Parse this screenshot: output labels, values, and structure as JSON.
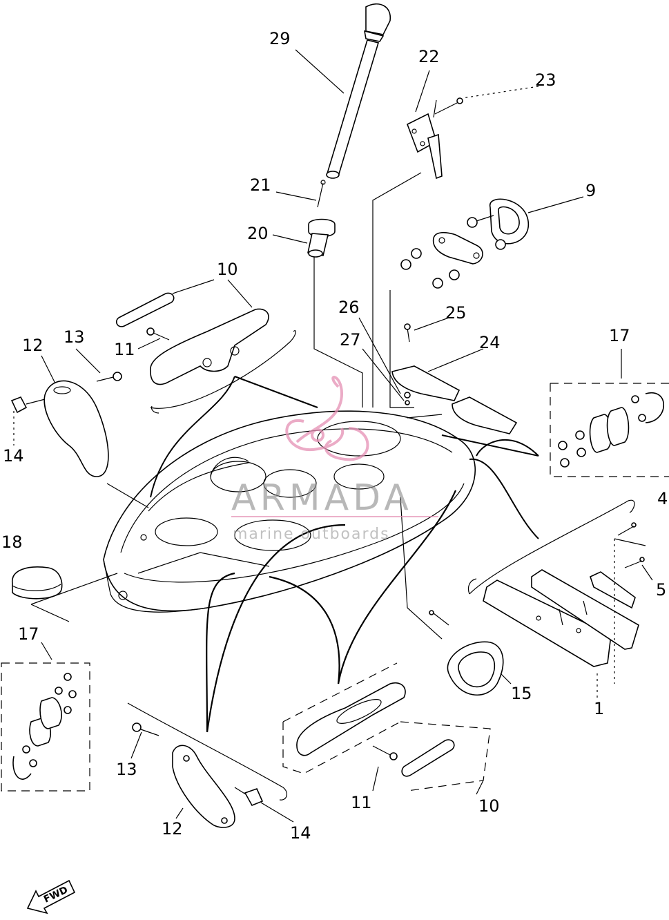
{
  "callouts": [
    {
      "id": "29",
      "text": "29"
    },
    {
      "id": "22",
      "text": "22"
    },
    {
      "id": "23",
      "text": "23"
    },
    {
      "id": "21",
      "text": "21"
    },
    {
      "id": "9",
      "text": "9"
    },
    {
      "id": "20",
      "text": "20"
    },
    {
      "id": "10a",
      "text": "10"
    },
    {
      "id": "26",
      "text": "26"
    },
    {
      "id": "25",
      "text": "25"
    },
    {
      "id": "13a",
      "text": "13"
    },
    {
      "id": "12a",
      "text": "12"
    },
    {
      "id": "27",
      "text": "27"
    },
    {
      "id": "24",
      "text": "24"
    },
    {
      "id": "17a",
      "text": "17"
    },
    {
      "id": "11a",
      "text": "11"
    },
    {
      "id": "14a",
      "text": "14"
    },
    {
      "id": "4",
      "text": "4"
    },
    {
      "id": "18",
      "text": "18"
    },
    {
      "id": "5",
      "text": "5"
    },
    {
      "id": "17b",
      "text": "17"
    },
    {
      "id": "15",
      "text": "15"
    },
    {
      "id": "1",
      "text": "1"
    },
    {
      "id": "13b",
      "text": "13"
    },
    {
      "id": "11b",
      "text": "11"
    },
    {
      "id": "10b",
      "text": "10"
    },
    {
      "id": "12b",
      "text": "12"
    },
    {
      "id": "14b",
      "text": "14"
    }
  ],
  "watermark": {
    "brand": "ARMADA",
    "tagline": "marine outboards"
  },
  "fwd_label": "FWD",
  "colors": {
    "line": "#000000",
    "background": "#ffffff",
    "watermark_logo": "#e58fb4",
    "watermark_text": "#8a8a8a"
  }
}
